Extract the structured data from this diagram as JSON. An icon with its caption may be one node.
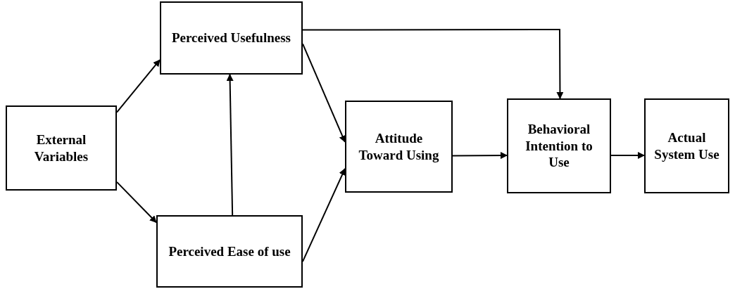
{
  "diagram": {
    "nodes": [
      {
        "text": [
          "External Variables"
        ]
      },
      {
        "text": [
          "Perceived Usefulness"
        ]
      },
      {
        "text": [
          "Perceived Ease of use"
        ]
      },
      {
        "text": [
          "Attitude Toward Using"
        ]
      },
      {
        "text": [
          "Behavioral Intention to Use"
        ]
      },
      {
        "text": [
          "Actual System Use"
        ]
      }
    ],
    "edges": [
      {
        "from": 0,
        "to": 1,
        "arrow": "to"
      },
      {
        "from": 0,
        "to": 2,
        "arrow": "to"
      },
      {
        "from": 2,
        "to": 1,
        "arrow": "to"
      },
      {
        "from": 1,
        "to": 3,
        "arrow": "to"
      },
      {
        "from": 2,
        "to": 3,
        "arrow": "to"
      },
      {
        "from": 3,
        "to": 4,
        "arrow": "to"
      },
      {
        "from": 4,
        "to": 5,
        "arrow": "to"
      },
      {
        "from": 1,
        "to": 4,
        "arrow": "to"
      }
    ]
  }
}
